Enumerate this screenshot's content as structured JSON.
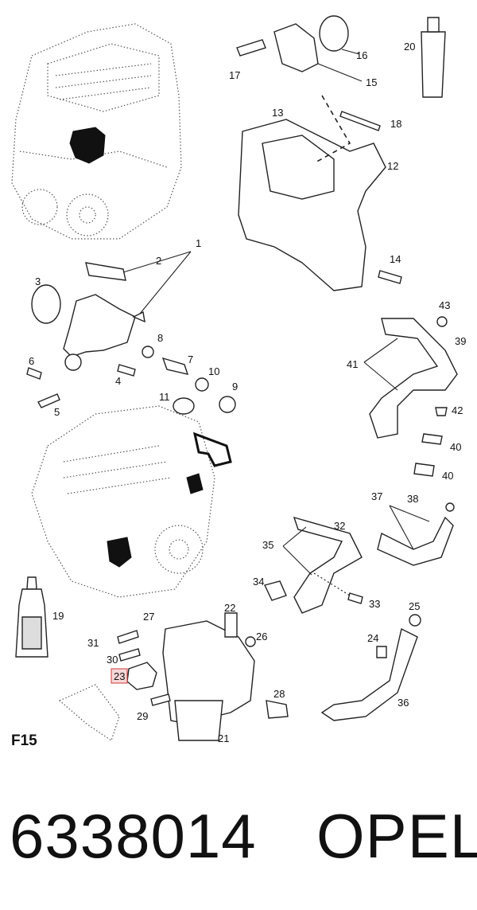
{
  "diagram": {
    "page_code": "F15",
    "highlighted_callout": "23",
    "callouts": [
      "1",
      "2",
      "3",
      "4",
      "5",
      "6",
      "7",
      "8",
      "9",
      "10",
      "11",
      "12",
      "13",
      "14",
      "15",
      "16",
      "17",
      "18",
      "19",
      "20",
      "21",
      "22",
      "23",
      "24",
      "25",
      "26",
      "27",
      "28",
      "29",
      "30",
      "31",
      "32",
      "33",
      "34",
      "35",
      "36",
      "37",
      "38",
      "39",
      "40",
      "40",
      "41",
      "42",
      "43"
    ]
  },
  "caption": {
    "part_number": "6338014",
    "brand": "OPEL"
  },
  "colors": {
    "highlight_fill": "#f7d6d6",
    "highlight_stroke": "#d23a3a",
    "ink": "#111111"
  }
}
